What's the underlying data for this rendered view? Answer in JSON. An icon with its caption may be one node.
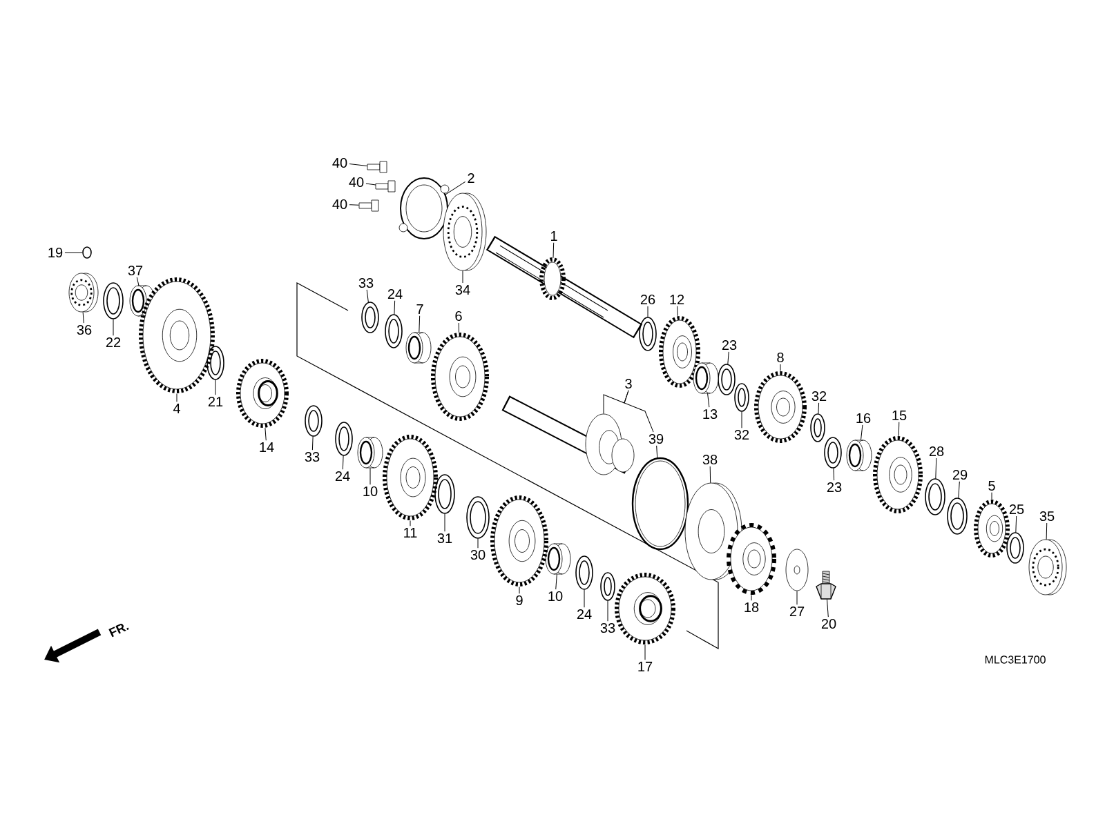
{
  "diagram": {
    "nodes": [
      {
        "text": [
          "40"
        ]
      },
      {
        "text": [],
        "shape": "picture"
      },
      {
        "text": [
          "2"
        ]
      },
      {
        "text": [],
        "shape": "picture"
      },
      {
        "text": [
          "40"
        ]
      },
      {
        "text": [],
        "shape": "picture"
      },
      {
        "text": [
          "40"
        ]
      },
      {
        "text": [],
        "shape": "picture"
      },
      {
        "text": [
          "1"
        ]
      },
      {
        "text": [],
        "shape": "picture"
      },
      {
        "text": [
          "19"
        ]
      },
      {
        "text": [],
        "shape": "circle"
      },
      {
        "text": [
          "37"
        ]
      },
      {
        "text": [],
        "shape": "picture"
      },
      {
        "text": [
          "33"
        ]
      },
      {
        "text": [],
        "shape": "picture"
      },
      {
        "text": [
          "34"
        ]
      },
      {
        "text": [],
        "shape": "picture"
      },
      {
        "text": [
          "24"
        ]
      },
      {
        "text": [],
        "shape": "picture"
      },
      {
        "text": [
          "26"
        ]
      },
      {
        "text": [],
        "shape": "picture"
      },
      {
        "text": [
          "12"
        ]
      },
      {
        "text": [],
        "shape": "picture"
      },
      {
        "text": [
          "7"
        ]
      },
      {
        "text": [],
        "shape": "picture"
      },
      {
        "text": [
          "6"
        ]
      },
      {
        "text": [],
        "shape": "picture"
      },
      {
        "text": [
          "36"
        ]
      },
      {
        "text": [],
        "shape": "picture"
      },
      {
        "text": [
          "22"
        ]
      },
      {
        "text": [],
        "shape": "picture"
      },
      {
        "text": [
          "23"
        ]
      },
      {
        "text": [],
        "shape": "picture"
      },
      {
        "text": [
          "8"
        ]
      },
      {
        "text": [],
        "shape": "picture"
      },
      {
        "text": [
          "3"
        ]
      },
      {
        "text": [],
        "shape": "picture"
      },
      {
        "text": [
          "32"
        ]
      },
      {
        "text": [],
        "shape": "picture"
      },
      {
        "text": [
          "21"
        ]
      },
      {
        "text": [],
        "shape": "picture"
      },
      {
        "text": [
          "4"
        ]
      },
      {
        "text": [],
        "shape": "picture"
      },
      {
        "text": [
          "13"
        ]
      },
      {
        "text": [],
        "shape": "picture"
      },
      {
        "text": [
          "16"
        ]
      },
      {
        "text": [],
        "shape": "picture"
      },
      {
        "text": [
          "15"
        ]
      },
      {
        "text": [],
        "shape": "picture"
      },
      {
        "text": [
          "32"
        ]
      },
      {
        "text": [],
        "shape": "picture"
      },
      {
        "text": [
          "39"
        ]
      },
      {
        "text": [],
        "shape": "picture"
      },
      {
        "text": [
          "14"
        ]
      },
      {
        "text": [],
        "shape": "picture"
      },
      {
        "text": [
          "28"
        ]
      },
      {
        "text": [],
        "shape": "picture"
      },
      {
        "text": [
          "33"
        ]
      },
      {
        "text": [],
        "shape": "picture"
      },
      {
        "text": [
          "38"
        ]
      },
      {
        "text": [],
        "shape": "picture"
      },
      {
        "text": [
          "24"
        ]
      },
      {
        "text": [],
        "shape": "picture"
      },
      {
        "text": [
          "29"
        ]
      },
      {
        "text": [],
        "shape": "picture"
      },
      {
        "text": [
          "5"
        ]
      },
      {
        "text": [],
        "shape": "picture"
      },
      {
        "text": [
          "23"
        ]
      },
      {
        "text": [],
        "shape": "picture"
      },
      {
        "text": [
          "10"
        ]
      },
      {
        "text": [],
        "shape": "picture"
      },
      {
        "text": [
          "25"
        ]
      },
      {
        "text": [],
        "shape": "picture"
      },
      {
        "text": [
          "35"
        ]
      },
      {
        "text": [],
        "shape": "picture"
      },
      {
        "text": [
          "11"
        ]
      },
      {
        "text": [],
        "shape": "picture"
      },
      {
        "text": [
          "31"
        ]
      },
      {
        "text": [],
        "shape": "picture"
      },
      {
        "text": [
          "30"
        ]
      },
      {
        "text": [],
        "shape": "picture"
      },
      {
        "text": [
          "10"
        ]
      },
      {
        "text": [],
        "shape": "picture"
      },
      {
        "text": [
          "9"
        ]
      },
      {
        "text": [],
        "shape": "picture"
      },
      {
        "text": [
          "18"
        ]
      },
      {
        "text": [],
        "shape": "picture"
      },
      {
        "text": [
          "27"
        ]
      },
      {
        "text": [],
        "shape": "picture"
      },
      {
        "text": [
          "24"
        ]
      },
      {
        "text": [],
        "shape": "picture"
      },
      {
        "text": [
          "20"
        ]
      },
      {
        "text": [],
        "shape": "picture"
      },
      {
        "text": [
          "33"
        ]
      },
      {
        "text": [],
        "shape": "picture"
      },
      {
        "text": [
          "17"
        ]
      },
      {
        "text": [],
        "shape": "picture"
      }
    ],
    "edges": [
      {
        "from": 0,
        "to": 1,
        "arrow": "none"
      },
      {
        "from": 2,
        "to": 3,
        "arrow": "none"
      },
      {
        "from": 4,
        "to": 5,
        "arrow": "none"
      },
      {
        "from": 6,
        "to": 7,
        "arrow": "none"
      },
      {
        "from": 8,
        "to": 9,
        "arrow": "none"
      },
      {
        "from": 10,
        "to": 11,
        "arrow": "none"
      },
      {
        "from": 12,
        "to": 13,
        "arrow": "none"
      },
      {
        "from": 14,
        "to": 15,
        "arrow": "none"
      },
      {
        "from": 16,
        "to": 17,
        "arrow": "none"
      },
      {
        "from": 18,
        "to": 19,
        "arrow": "none"
      },
      {
        "from": 20,
        "to": 21,
        "arrow": "none"
      },
      {
        "from": 22,
        "to": 23,
        "arrow": "none"
      },
      {
        "from": 24,
        "to": 25,
        "arrow": "none"
      },
      {
        "from": 26,
        "to": 27,
        "arrow": "none"
      },
      {
        "from": 28,
        "to": 29,
        "arrow": "none"
      },
      {
        "from": 30,
        "to": 31,
        "arrow": "none"
      },
      {
        "from": 32,
        "to": 33,
        "arrow": "none"
      },
      {
        "from": 34,
        "to": 35,
        "arrow": "none"
      },
      {
        "from": 36,
        "to": 37,
        "arrow": "none"
      },
      {
        "from": 38,
        "to": 39,
        "arrow": "none"
      },
      {
        "from": 40,
        "to": 41,
        "arrow": "none"
      },
      {
        "from": 42,
        "to": 43,
        "arrow": "none"
      },
      {
        "from": 44,
        "to": 45,
        "arrow": "none"
      },
      {
        "from": 46,
        "to": 47,
        "arrow": "none"
      },
      {
        "from": 48,
        "to": 49,
        "arrow": "none"
      },
      {
        "from": 50,
        "to": 51,
        "arrow": "none"
      },
      {
        "from": 52,
        "to": 53,
        "arrow": "none"
      },
      {
        "from": 54,
        "to": 55,
        "arrow": "none"
      },
      {
        "from": 56,
        "to": 57,
        "arrow": "none"
      },
      {
        "from": 58,
        "to": 59,
        "arrow": "none"
      },
      {
        "from": 60,
        "to": 61,
        "arrow": "none"
      },
      {
        "from": 62,
        "to": 63,
        "arrow": "none"
      },
      {
        "from": 64,
        "to": 65,
        "arrow": "none"
      },
      {
        "from": 66,
        "to": 67,
        "arrow": "none"
      },
      {
        "from": 68,
        "to": 69,
        "arrow": "none"
      },
      {
        "from": 70,
        "to": 71,
        "arrow": "none"
      },
      {
        "from": 72,
        "to": 73,
        "arrow": "none"
      },
      {
        "from": 74,
        "to": 75,
        "arrow": "none"
      },
      {
        "from": 76,
        "to": 77,
        "arrow": "none"
      },
      {
        "from": 78,
        "to": 79,
        "arrow": "none"
      },
      {
        "from": 80,
        "to": 81,
        "arrow": "none"
      },
      {
        "from": 82,
        "to": 83,
        "arrow": "none"
      },
      {
        "from": 84,
        "to": 85,
        "arrow": "none"
      },
      {
        "from": 86,
        "to": 87,
        "arrow": "none"
      },
      {
        "from": 88,
        "to": 89,
        "arrow": "none"
      },
      {
        "from": 90,
        "to": 91,
        "arrow": "none"
      },
      {
        "from": 92,
        "to": 93,
        "arrow": "none"
      },
      {
        "from": 94,
        "to": 95,
        "arrow": "none"
      },
      {
        "from": 96,
        "to": 97,
        "arrow": "none"
      },
      {
        "from": 36,
        "to": 52,
        "arrow": "none"
      }
    ],
    "labels": [
      "FR.",
      "MLC3E1700"
    ]
  }
}
